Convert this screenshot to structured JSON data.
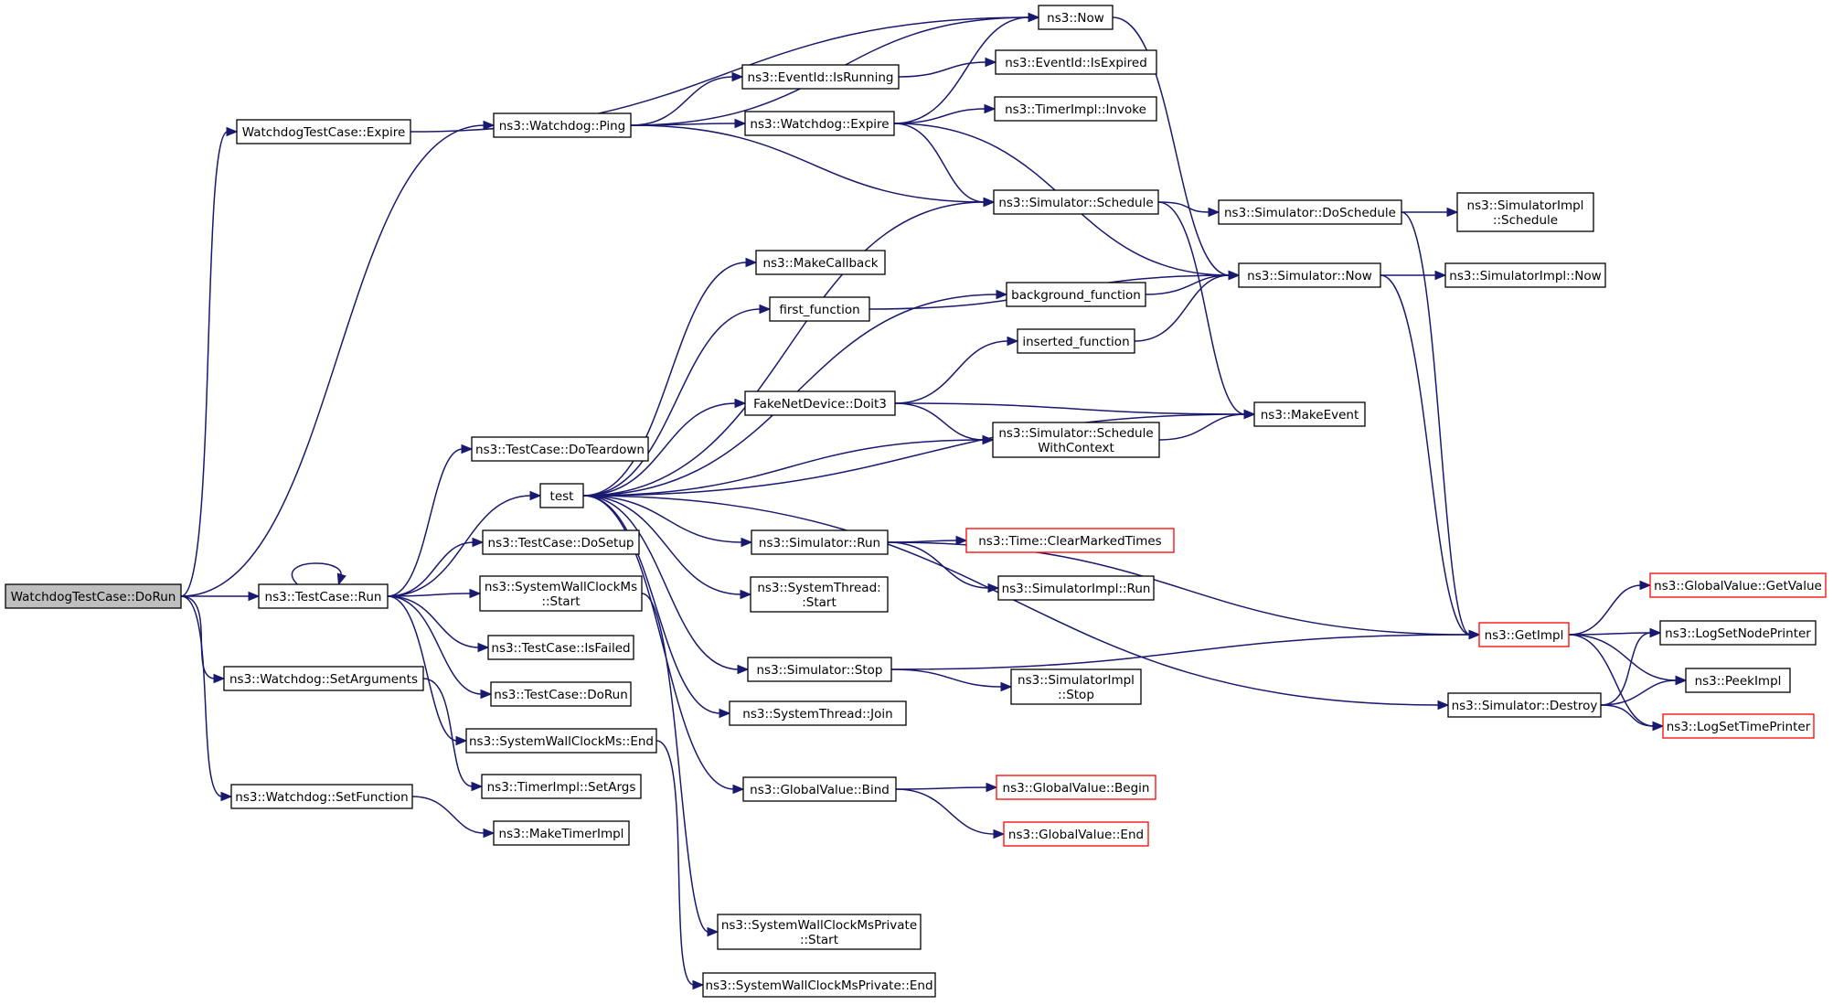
{
  "colors": {
    "edge": "#191970",
    "node_border": "#000000",
    "node_border_truncated": "#ff0000",
    "root_fill": "#bfbfbf",
    "node_fill": "#ffffff"
  },
  "nodes": [
    {
      "id": "root",
      "lines": [
        "WatchdogTestCase::DoRun"
      ],
      "style": "root"
    },
    {
      "id": "wtc_expire",
      "lines": [
        "WatchdogTestCase::Expire"
      ],
      "style": "normal"
    },
    {
      "id": "wd_ping",
      "lines": [
        "ns3::Watchdog::Ping"
      ],
      "style": "normal"
    },
    {
      "id": "testcase_run",
      "lines": [
        "ns3::TestCase::Run"
      ],
      "style": "normal"
    },
    {
      "id": "wd_setargs",
      "lines": [
        "ns3::Watchdog::SetArguments"
      ],
      "style": "normal"
    },
    {
      "id": "wd_setfunc",
      "lines": [
        "ns3::Watchdog::SetFunction"
      ],
      "style": "normal"
    },
    {
      "id": "tc_teardown",
      "lines": [
        "ns3::TestCase::DoTeardown"
      ],
      "style": "normal"
    },
    {
      "id": "test",
      "lines": [
        "test"
      ],
      "style": "normal"
    },
    {
      "id": "tc_setup",
      "lines": [
        "ns3::TestCase::DoSetup"
      ],
      "style": "normal"
    },
    {
      "id": "swc_start",
      "lines": [
        "ns3::SystemWallClockMs",
        "::Start"
      ],
      "style": "normal"
    },
    {
      "id": "tc_isfailed",
      "lines": [
        "ns3::TestCase::IsFailed"
      ],
      "style": "normal"
    },
    {
      "id": "tc_dorun",
      "lines": [
        "ns3::TestCase::DoRun"
      ],
      "style": "normal"
    },
    {
      "id": "swc_end",
      "lines": [
        "ns3::SystemWallClockMs::End"
      ],
      "style": "normal"
    },
    {
      "id": "timer_setargs",
      "lines": [
        "ns3::TimerImpl::SetArgs"
      ],
      "style": "normal"
    },
    {
      "id": "make_timer",
      "lines": [
        "ns3::MakeTimerImpl"
      ],
      "style": "normal"
    },
    {
      "id": "swcp_start",
      "lines": [
        "ns3::SystemWallClockMsPrivate",
        "::Start"
      ],
      "style": "normal"
    },
    {
      "id": "swcp_end",
      "lines": [
        "ns3::SystemWallClockMsPrivate::End"
      ],
      "style": "normal"
    },
    {
      "id": "now",
      "lines": [
        "ns3::Now"
      ],
      "style": "normal"
    },
    {
      "id": "eid_running",
      "lines": [
        "ns3::EventId::IsRunning"
      ],
      "style": "normal"
    },
    {
      "id": "wd_expire",
      "lines": [
        "ns3::Watchdog::Expire"
      ],
      "style": "normal"
    },
    {
      "id": "make_callback",
      "lines": [
        "ns3::MakeCallback"
      ],
      "style": "normal"
    },
    {
      "id": "first_function",
      "lines": [
        "first_function"
      ],
      "style": "normal"
    },
    {
      "id": "fake_doit3",
      "lines": [
        "FakeNetDevice::Doit3"
      ],
      "style": "normal"
    },
    {
      "id": "sim_run",
      "lines": [
        "ns3::Simulator::Run"
      ],
      "style": "normal"
    },
    {
      "id": "sys_thread_start",
      "lines": [
        "ns3::SystemThread:",
        ":Start"
      ],
      "style": "normal"
    },
    {
      "id": "sim_stop",
      "lines": [
        "ns3::Simulator::Stop"
      ],
      "style": "normal"
    },
    {
      "id": "sys_thread_join",
      "lines": [
        "ns3::SystemThread::Join"
      ],
      "style": "normal"
    },
    {
      "id": "gv_bind",
      "lines": [
        "ns3::GlobalValue::Bind"
      ],
      "style": "normal"
    },
    {
      "id": "eid_expired",
      "lines": [
        "ns3::EventId::IsExpired"
      ],
      "style": "normal"
    },
    {
      "id": "timer_invoke",
      "lines": [
        "ns3::TimerImpl::Invoke"
      ],
      "style": "normal"
    },
    {
      "id": "sim_schedule",
      "lines": [
        "ns3::Simulator::Schedule"
      ],
      "style": "normal"
    },
    {
      "id": "background_function",
      "lines": [
        "background_function"
      ],
      "style": "normal"
    },
    {
      "id": "inserted_function",
      "lines": [
        "inserted_function"
      ],
      "style": "normal"
    },
    {
      "id": "sim_schedule_ctx",
      "lines": [
        "ns3::Simulator::Schedule",
        "WithContext"
      ],
      "style": "normal"
    },
    {
      "id": "time_clear",
      "lines": [
        "ns3::Time::ClearMarkedTimes"
      ],
      "style": "truncated"
    },
    {
      "id": "simimpl_run",
      "lines": [
        "ns3::SimulatorImpl::Run"
      ],
      "style": "normal"
    },
    {
      "id": "simimpl_stop",
      "lines": [
        "ns3::SimulatorImpl",
        "::Stop"
      ],
      "style": "normal"
    },
    {
      "id": "gv_begin",
      "lines": [
        "ns3::GlobalValue::Begin"
      ],
      "style": "truncated"
    },
    {
      "id": "gv_end",
      "lines": [
        "ns3::GlobalValue::End"
      ],
      "style": "truncated"
    },
    {
      "id": "sim_doschedule",
      "lines": [
        "ns3::Simulator::DoSchedule"
      ],
      "style": "normal"
    },
    {
      "id": "sim_now",
      "lines": [
        "ns3::Simulator::Now"
      ],
      "style": "normal"
    },
    {
      "id": "make_event",
      "lines": [
        "ns3::MakeEvent"
      ],
      "style": "normal"
    },
    {
      "id": "get_impl",
      "lines": [
        "ns3::GetImpl"
      ],
      "style": "truncated"
    },
    {
      "id": "sim_destroy",
      "lines": [
        "ns3::Simulator::Destroy"
      ],
      "style": "normal"
    },
    {
      "id": "simimpl_schedule",
      "lines": [
        "ns3::SimulatorImpl",
        "::Schedule"
      ],
      "style": "normal"
    },
    {
      "id": "simimpl_now",
      "lines": [
        "ns3::SimulatorImpl::Now"
      ],
      "style": "normal"
    },
    {
      "id": "gv_getvalue",
      "lines": [
        "ns3::GlobalValue::GetValue"
      ],
      "style": "truncated"
    },
    {
      "id": "log_nodeprinter",
      "lines": [
        "ns3::LogSetNodePrinter"
      ],
      "style": "normal"
    },
    {
      "id": "peek_impl",
      "lines": [
        "ns3::PeekImpl"
      ],
      "style": "normal"
    },
    {
      "id": "log_timeprinter",
      "lines": [
        "ns3::LogSetTimePrinter"
      ],
      "style": "truncated"
    }
  ],
  "edges": [
    [
      "root",
      "wtc_expire"
    ],
    [
      "root",
      "wd_ping"
    ],
    [
      "root",
      "testcase_run"
    ],
    [
      "root",
      "wd_setargs"
    ],
    [
      "root",
      "wd_setfunc"
    ],
    [
      "wtc_expire",
      "now"
    ],
    [
      "wd_ping",
      "now"
    ],
    [
      "wd_ping",
      "eid_running"
    ],
    [
      "wd_ping",
      "wd_expire"
    ],
    [
      "wd_ping",
      "sim_schedule"
    ],
    [
      "testcase_run",
      "testcase_run"
    ],
    [
      "testcase_run",
      "tc_teardown"
    ],
    [
      "testcase_run",
      "test"
    ],
    [
      "testcase_run",
      "tc_setup"
    ],
    [
      "testcase_run",
      "swc_start"
    ],
    [
      "testcase_run",
      "tc_isfailed"
    ],
    [
      "testcase_run",
      "tc_dorun"
    ],
    [
      "testcase_run",
      "swc_end"
    ],
    [
      "wd_setargs",
      "timer_setargs"
    ],
    [
      "wd_setfunc",
      "make_timer"
    ],
    [
      "swc_start",
      "swcp_start"
    ],
    [
      "swc_end",
      "swcp_end"
    ],
    [
      "test",
      "sim_schedule"
    ],
    [
      "test",
      "make_callback"
    ],
    [
      "test",
      "first_function"
    ],
    [
      "test",
      "background_function"
    ],
    [
      "test",
      "fake_doit3"
    ],
    [
      "test",
      "sim_schedule_ctx"
    ],
    [
      "test",
      "make_event"
    ],
    [
      "test",
      "sim_run"
    ],
    [
      "test",
      "sys_thread_start"
    ],
    [
      "test",
      "sim_stop"
    ],
    [
      "test",
      "sys_thread_join"
    ],
    [
      "test",
      "gv_bind"
    ],
    [
      "test",
      "sim_destroy"
    ],
    [
      "now",
      "sim_now"
    ],
    [
      "eid_running",
      "eid_expired"
    ],
    [
      "wd_expire",
      "now"
    ],
    [
      "wd_expire",
      "timer_invoke"
    ],
    [
      "wd_expire",
      "sim_schedule"
    ],
    [
      "wd_expire",
      "sim_now"
    ],
    [
      "first_function",
      "sim_now"
    ],
    [
      "fake_doit3",
      "inserted_function"
    ],
    [
      "fake_doit3",
      "sim_schedule_ctx"
    ],
    [
      "fake_doit3",
      "make_event"
    ],
    [
      "sim_run",
      "time_clear"
    ],
    [
      "sim_run",
      "simimpl_run"
    ],
    [
      "sim_run",
      "get_impl"
    ],
    [
      "sim_stop",
      "simimpl_stop"
    ],
    [
      "sim_stop",
      "get_impl"
    ],
    [
      "gv_bind",
      "gv_begin"
    ],
    [
      "gv_bind",
      "gv_end"
    ],
    [
      "sim_schedule",
      "sim_doschedule"
    ],
    [
      "sim_schedule",
      "make_event"
    ],
    [
      "background_function",
      "sim_now"
    ],
    [
      "inserted_function",
      "sim_now"
    ],
    [
      "sim_schedule_ctx",
      "make_event"
    ],
    [
      "sim_doschedule",
      "simimpl_schedule"
    ],
    [
      "sim_doschedule",
      "get_impl"
    ],
    [
      "sim_now",
      "simimpl_now"
    ],
    [
      "sim_now",
      "get_impl"
    ],
    [
      "get_impl",
      "gv_getvalue"
    ],
    [
      "get_impl",
      "log_nodeprinter"
    ],
    [
      "get_impl",
      "peek_impl"
    ],
    [
      "get_impl",
      "log_timeprinter"
    ],
    [
      "sim_destroy",
      "log_nodeprinter"
    ],
    [
      "sim_destroy",
      "peek_impl"
    ],
    [
      "sim_destroy",
      "log_timeprinter"
    ]
  ]
}
